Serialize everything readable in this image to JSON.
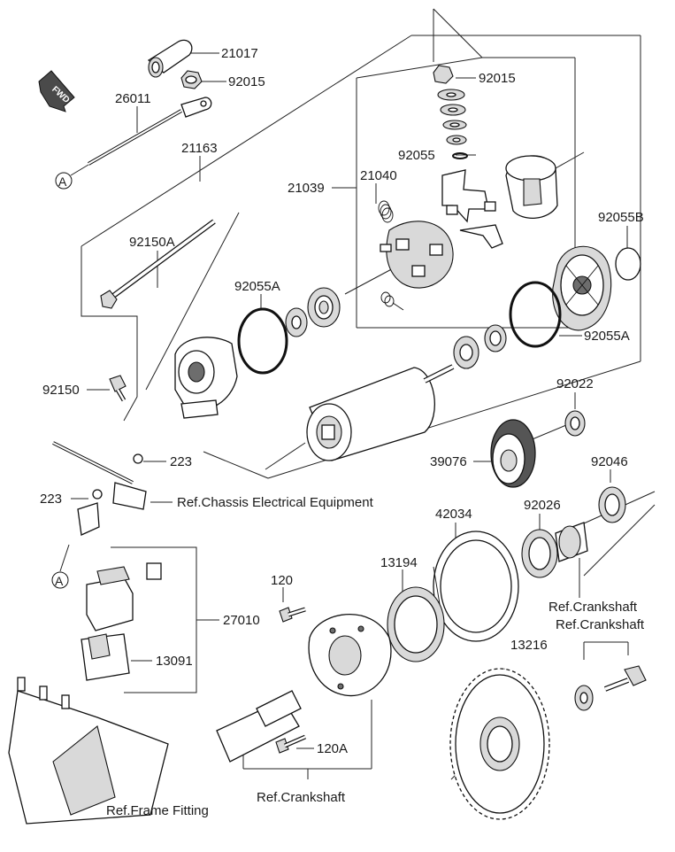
{
  "fwd_badge": "FWD",
  "circle_marker": "A",
  "parts": {
    "p21017": "21017",
    "p92015_top": "92015",
    "p26011": "26011",
    "p21163": "21163",
    "p92015_right": "92015",
    "p92055": "92055",
    "p21040": "21040",
    "p21039": "21039",
    "p92055B": "92055B",
    "p92150A": "92150A",
    "p92055A_left": "92055A",
    "p92055A_right": "92055A",
    "p92150": "92150",
    "p92022": "92022",
    "p39076": "39076",
    "p92046": "92046",
    "p223_top": "223",
    "p223_left": "223",
    "p42034": "42034",
    "p92026": "92026",
    "p13194": "13194",
    "p120": "120",
    "p27010": "27010",
    "p13091": "13091",
    "p13216": "13216",
    "p120A": "120A"
  },
  "refs": {
    "chassis": "Ref.Chassis Electrical Equipment",
    "crankshaft_1": "Ref.Crankshaft",
    "crankshaft_2": "Ref.Crankshaft",
    "crankshaft_3": "Ref.Crankshaft",
    "frame": "Ref.Frame Fitting"
  }
}
